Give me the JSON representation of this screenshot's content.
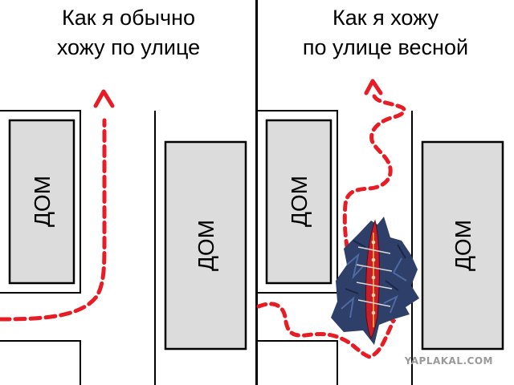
{
  "panels": [
    {
      "title": "Как я обычно\nхожу по улице"
    },
    {
      "title": "Как я хожу\nпо улице весной"
    }
  ],
  "house_label": "ДОМ",
  "watermark": "YAPLAKAL.COM",
  "colors": {
    "path": "#e81c24",
    "house_fill": "#dcdcdc",
    "outline": "#000000",
    "water": "#2e3f69",
    "boat": "#c81d2a"
  }
}
